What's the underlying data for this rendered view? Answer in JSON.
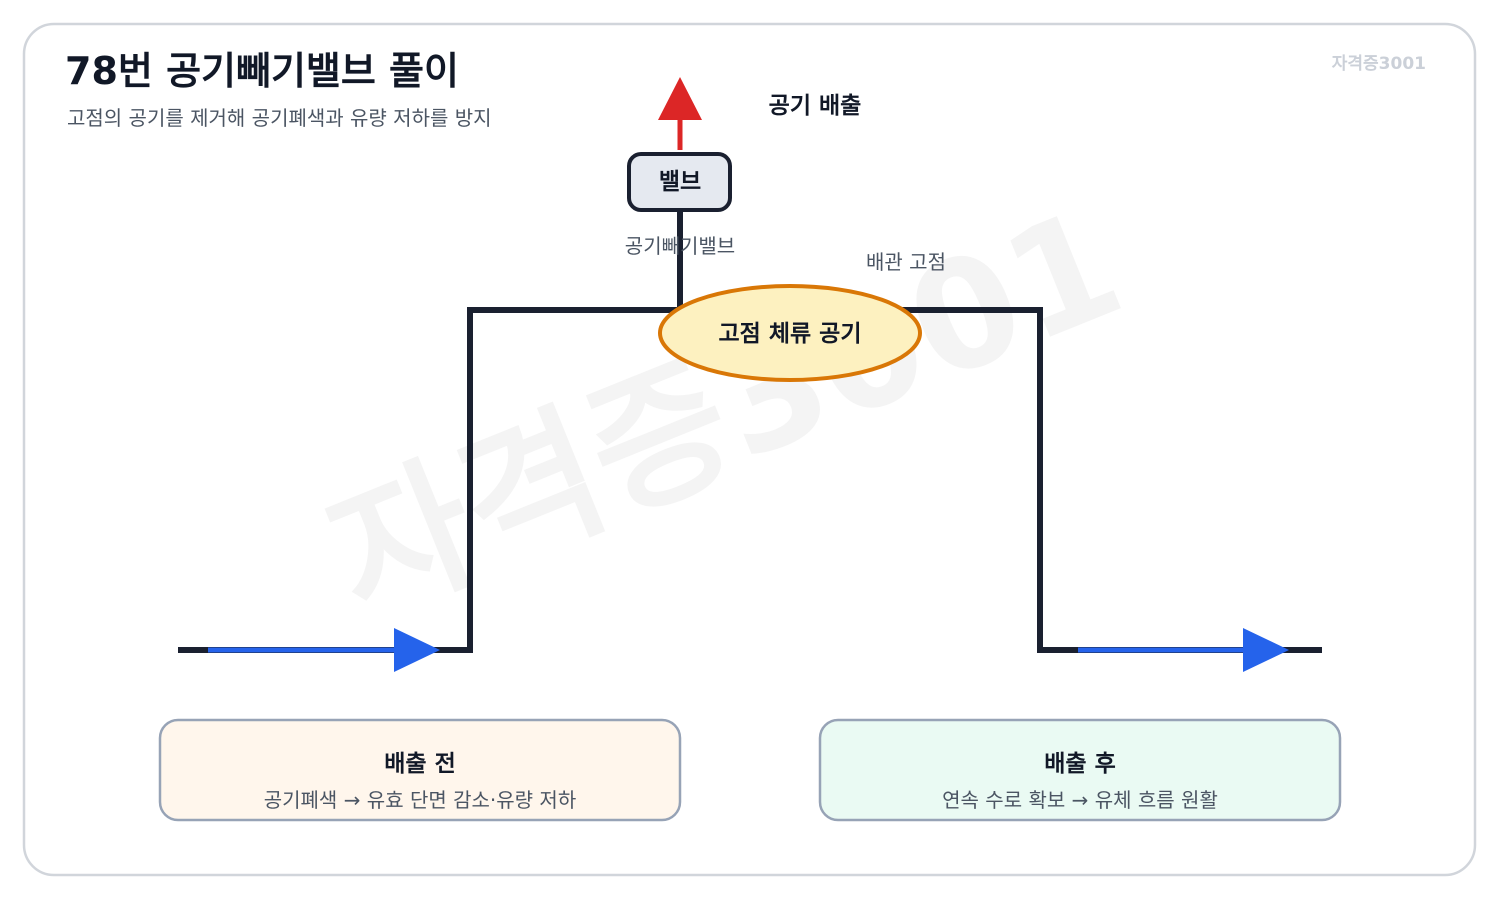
{
  "header": {
    "title": "78번 공기빼기밸브 풀이",
    "subtitle": "고점의 공기를 제거해 공기폐색과 유량 저하를 방지",
    "brand": "자격증3001"
  },
  "watermark": "자격증3001",
  "diagram": {
    "air_exhaust_label": "공기 배출",
    "valve_box_label": "밸브",
    "valve_name_label": "공기빼기밸브",
    "pipe_high_point_label": "배관 고점",
    "trapped_air_label": "고점 체류 공기"
  },
  "cards": {
    "before": {
      "title": "배출 전",
      "desc": "공기폐색 → 유효 단면 감소·유량 저하"
    },
    "after": {
      "title": "배출 후",
      "desc": "연속 수로 확보 → 유체 흐름 원활"
    }
  },
  "colors": {
    "pipe": "#1a2030",
    "flow_arrow": "#2563eb",
    "exhaust_arrow": "#dc2626",
    "air_fill": "#fdf1c0",
    "air_stroke": "#d97706",
    "valve_fill": "#e5e9f0",
    "before_card_fill": "#fff6ec",
    "after_card_fill": "#eafaf3",
    "card_stroke": "#97a3b6",
    "frame_stroke": "#d1d5db"
  },
  "icons": {
    "flow_direction": "arrow-right-icon",
    "exhaust_direction": "arrow-up-icon"
  }
}
